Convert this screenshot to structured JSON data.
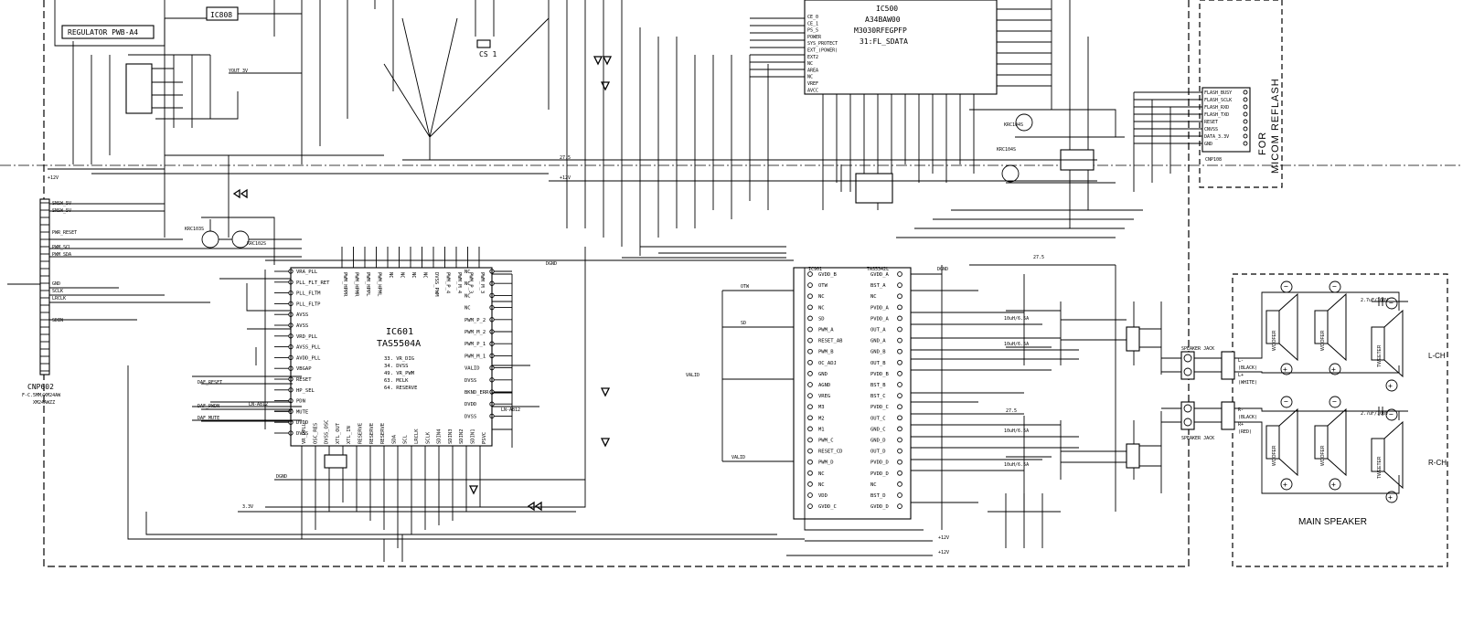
{
  "ic601": {
    "ref": "IC601",
    "part": "TAS5504A",
    "notes": [
      "33. VR_DIG",
      "34. DVSS",
      "49. VR_PWM",
      "63. MCLK",
      "64. RESERVE"
    ],
    "left_pins": [
      "VRA_PLL",
      "PLL_FLT_RET",
      "PLL_FLTM",
      "PLL_FLTP",
      "AVSS",
      "AVSS",
      "VRD_PLL",
      "AVSS_PLL",
      "AVDD_PLL",
      "VBGAP",
      "RESET",
      "HP_SEL",
      "PDN",
      "MUTE",
      "DVDD",
      "DVSS"
    ],
    "top_pins": [
      "PWM_HPPR",
      "PWM_HPMR",
      "PWM_HPPL",
      "PWM_HPML",
      "NC",
      "NC",
      "NC",
      "NC",
      "DVSS_PWM",
      "PWM_P_4",
      "PWM_M_4",
      "PWM_P_3",
      "PWM_M_3"
    ],
    "right_pins": [
      "NC",
      "NC",
      "NC",
      "NC",
      "PWM_P_2",
      "PWM_M_2",
      "PWM_P_1",
      "PWM_M_1",
      "VALID",
      "DVSS",
      "BKND_ERR",
      "DVDD",
      "DVSS"
    ],
    "bottom_pins": [
      "VR_DPLL",
      "OSC_RES",
      "DVSS_OSC",
      "XTL_OUT",
      "XTL_IN",
      "RESERVE",
      "RESERVE",
      "RESERVE",
      "SDA",
      "SCL",
      "LRCLK",
      "SCLK",
      "SDIN4",
      "SDIN3",
      "SDIN2",
      "SDIN1",
      "PSVC"
    ]
  },
  "ic500": {
    "ref": "IC500",
    "part": "A34BAW00",
    "part2": "M3030RFEGPFP",
    "note": "31:FL_SDATA",
    "pins_left": [
      "CE_0",
      "CE_1",
      "PS_S",
      "POWER",
      "SYS_PROTECT",
      "EXT_(POWER)",
      "EXT2",
      "NC",
      "AREA",
      "NC",
      "VREF",
      "AVCC"
    ]
  },
  "ic901": {
    "ref": "IC901",
    "part": "TAS5342L",
    "left_pins": [
      "GVDD_B",
      "OTW",
      "NC",
      "NC",
      "SD",
      "PWM_A",
      "RESET_AB",
      "PWM_B",
      "OC_ADJ",
      "GND",
      "AGND",
      "VREG",
      "M3",
      "M2",
      "M1",
      "PWM_C",
      "RESET_CD",
      "PWM_D",
      "NC",
      "NC",
      "VDD",
      "GVDD_C"
    ],
    "right_pins": [
      "GVDD_A",
      "BST_A",
      "NC",
      "PVDD_A",
      "PVDD_A",
      "OUT_A",
      "GND_A",
      "GND_B",
      "OUT_B",
      "PVDD_B",
      "BST_B",
      "BST_C",
      "PVDD_C",
      "OUT_C",
      "GND_C",
      "GND_D",
      "OUT_D",
      "PVDD_D",
      "PVDD_D",
      "NC",
      "BST_D",
      "GVDD_D"
    ]
  },
  "regulator_label": "REGULATOR PWB-A4",
  "ic808": "IC808",
  "cs1": "CS 1",
  "cnp602": {
    "ref": "CNP602",
    "desc": "F-C.5MM/XM24AW",
    "part": "XM24AWZZ",
    "pins": [
      "SNSW_5V",
      "SNSW_5V",
      "",
      "",
      "PWR_RESET",
      "",
      "PWM_SCL",
      "PWM_SDA",
      "",
      "",
      "",
      "GND",
      "SCLK",
      "LRCLK",
      "",
      "",
      "SDIN",
      "",
      "",
      "",
      "",
      "",
      "",
      ""
    ]
  },
  "cnp108": {
    "ref": "CNP108",
    "pins": [
      "FLASH_BUSY",
      "FLASH_SCLK",
      "FLASH_RXD",
      "FLASH_TXD",
      "RESET",
      "CNVSS",
      "DATA_3.3V",
      "GND"
    ]
  },
  "flash_text": {
    "line1": "FOR",
    "line2": "MICOM REFLASH"
  },
  "speaker": {
    "title": "MAIN SPEAKER",
    "lch": "L-CH",
    "rch": "R-CH",
    "woofer": "WOOFER",
    "tweeter": "TWEETER",
    "cap": "2.7uF/100V",
    "jack_l": "SPEAKER JACK",
    "jack_r": "SPEAKER JACK",
    "l_minus": "L-",
    "l_plus": "L+",
    "r_minus": "R-",
    "r_plus": "R+",
    "black": "(BLACK)",
    "white": "(WHITE)",
    "red": "(RED)"
  },
  "rails": {
    "r27_5a": "27.5",
    "r27_5b": "27.5",
    "r27_5c": "27.5",
    "p12v_a": "+12V",
    "p12v_b": "+12V",
    "p12v_c": "+12V",
    "p12v_d": "+12V",
    "v33": "3.3V",
    "dgnd": "DGND",
    "dgnd2": "DGND",
    "dgnd3": "DGND"
  },
  "nets": {
    "daf_reset": "DAF_RESET",
    "daf_pwdn": "DAF_PWDN",
    "daf_mute": "DAF_MUTE",
    "otw": "OTW",
    "sd": "SD",
    "valid": "VALID",
    "valid2": "VALID",
    "yout_3v": "YOUT_3V",
    "ln_a812": "LN-A812",
    "ln_a812b": "LN-A812"
  },
  "transistors": {
    "q602": "KRC103S",
    "q601": "KRC102S",
    "q500": "KRC104S",
    "q501": "KRC104S"
  },
  "inductors": {
    "l901": "10uH/6.5A",
    "l902": "10uH/6.5A",
    "l903": "10uH/6.5A",
    "l904": "10uH/6.5A"
  }
}
